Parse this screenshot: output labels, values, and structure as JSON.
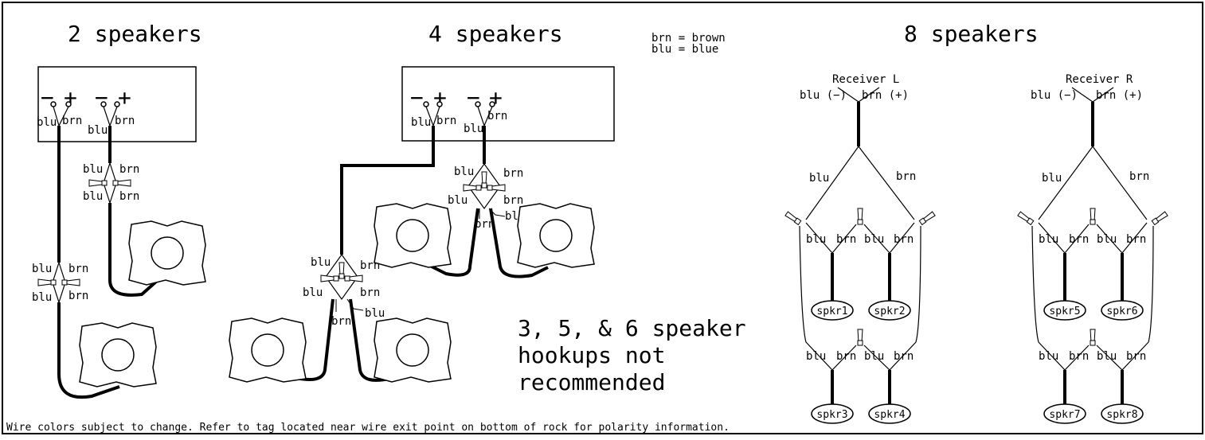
{
  "titles": {
    "two": "2 speakers",
    "four": "4 speakers",
    "eight": "8 speakers"
  },
  "legend": {
    "brn": "brn = brown",
    "blu": "blu = blue"
  },
  "terminals": {
    "minus": "−",
    "plus": "+"
  },
  "wire": {
    "blu": "blu",
    "brn": "brn"
  },
  "receivers": {
    "left": "Receiver L",
    "right": "Receiver R"
  },
  "polarity": {
    "neg": "blu (−)",
    "pos": "brn (+)"
  },
  "speakers": [
    "spkr1",
    "spkr2",
    "spkr3",
    "spkr4",
    "spkr5",
    "spkr6",
    "spkr7",
    "spkr8"
  ],
  "note": {
    "line1": "3, 5, & 6 speaker",
    "line2": "hookups not",
    "line3": "recommended"
  },
  "footer": "Wire colors subject to change.  Refer to tag located near wire exit point on bottom of rock for polarity information."
}
